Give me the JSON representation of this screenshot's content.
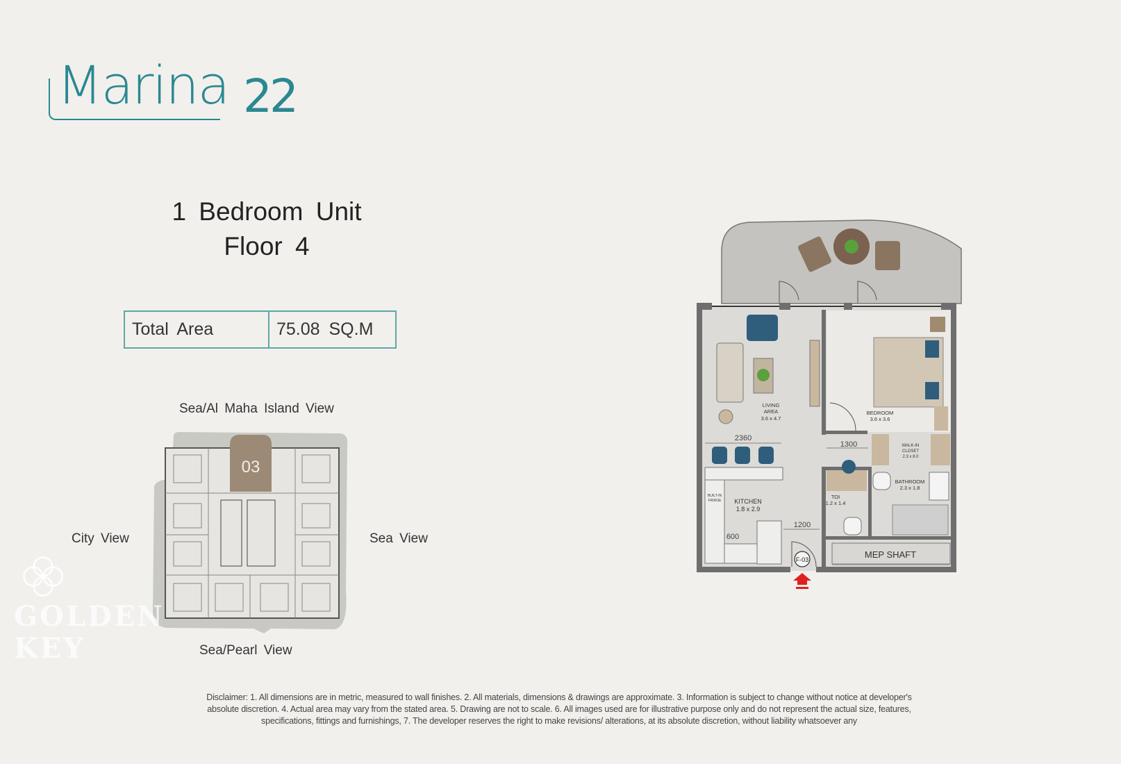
{
  "brand": {
    "logo_word": "Marina",
    "logo_number": "22",
    "color": "#2b8890"
  },
  "unit": {
    "title": "1 Bedroom Unit",
    "floor": "Floor 4"
  },
  "area_table": {
    "label": "Total Area",
    "value": "75.08 SQ.M"
  },
  "key_plan": {
    "unit_number": "03",
    "views": {
      "top": "Sea/Al Maha Island View",
      "left": "City View",
      "right": "Sea View",
      "bottom": "Sea/Pearl View"
    }
  },
  "floor_plan": {
    "rooms": [
      {
        "name": "LIVING",
        "name2": "AREA",
        "size": "3.6 x 4.7"
      },
      {
        "name": "BEDROOM",
        "size": "3.6 x 3.6"
      },
      {
        "name": "WALK-IN",
        "name2": "CLOSET",
        "size": "2.3 x 8.0"
      },
      {
        "name": "BATHROOM",
        "size": "2.3 x 1.8"
      },
      {
        "name": "TOI",
        "size": "1.2 x 1.4"
      },
      {
        "name": "KITCHEN",
        "size": "1.8 x 2.9"
      },
      {
        "name": "BUILT-IN",
        "name2": "FRIDGE"
      }
    ],
    "dimensions": [
      "2360",
      "1300",
      "1200",
      "600"
    ],
    "shaft_label": "MEP SHAFT",
    "entrance_tag": "F-03",
    "entrance_arrow_color": "#e02020"
  },
  "watermark": {
    "line1": "GOLDEN",
    "line2": "KEY"
  },
  "disclaimer": {
    "lines": [
      "Disclaimer: 1. All dimensions are in metric, measured to wall finishes. 2. All materials, dimensions & drawings are approximate. 3. Information is subject to change without notice at developer's",
      "absolute discretion. 4. Actual area may vary from the stated area. 5. Drawing are not to scale. 6. All images used are for illustrative purpose only and do not represent the actual size, features,",
      "specifications, fittings and furnishings, 7. The developer reserves the right to make revisions/ alterations, at its absolute discretion, without liability whatsoever any"
    ]
  }
}
